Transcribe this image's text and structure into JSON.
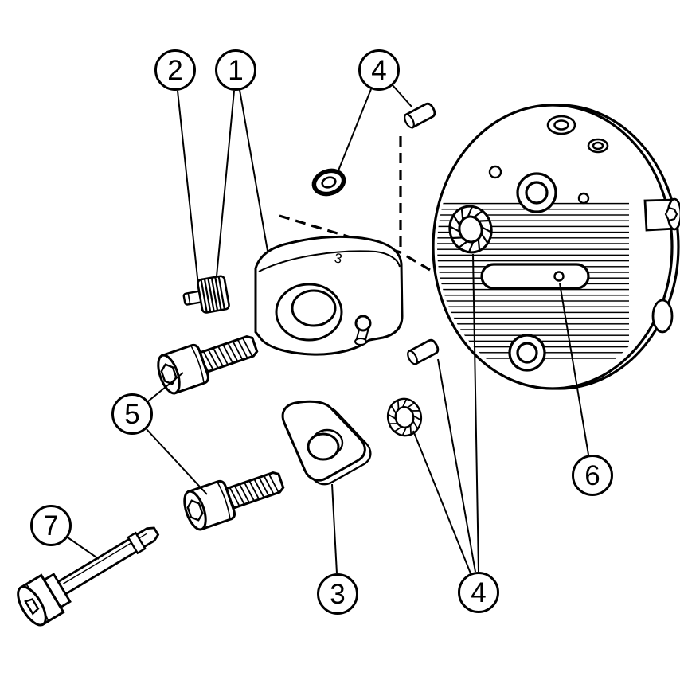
{
  "colors": {
    "background": "#ffffff",
    "line": "#000000"
  },
  "diagram": {
    "kind": "exploded-parts-diagram",
    "cartridge_marking": "3",
    "callouts": [
      {
        "id": "callout-2",
        "label": "2"
      },
      {
        "id": "callout-1",
        "label": "1"
      },
      {
        "id": "callout-4-top",
        "label": "4"
      },
      {
        "id": "callout-5",
        "label": "5"
      },
      {
        "id": "callout-7",
        "label": "7"
      },
      {
        "id": "callout-3",
        "label": "3"
      },
      {
        "id": "callout-4-bottom",
        "label": "4"
      },
      {
        "id": "callout-6",
        "label": "6"
      }
    ]
  }
}
